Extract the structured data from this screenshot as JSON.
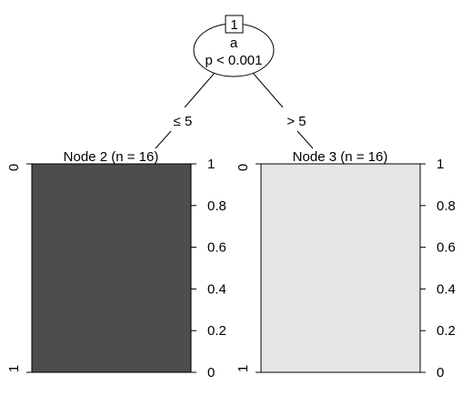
{
  "chart_data": {
    "type": "decision-tree",
    "root": {
      "id": "1",
      "variable": "a",
      "p_value": "p < 0.001"
    },
    "edges": [
      {
        "label": "≤ 5",
        "to": "2"
      },
      {
        "label": "> 5",
        "to": "3"
      }
    ],
    "terminal_nodes": [
      {
        "id": "2",
        "title": "Node 2 (n = 16)",
        "n": 16,
        "class_proportions": {
          "0": 0.0,
          "1": 1.0
        },
        "fill_color": "#4d4d4d"
      },
      {
        "id": "3",
        "title": "Node 3 (n = 16)",
        "n": 16,
        "class_proportions": {
          "0": 1.0,
          "1": 0.0
        },
        "fill_color": "#e6e6e6"
      }
    ],
    "class_axis_labels": {
      "top": "0",
      "bottom": "1"
    },
    "proportion_ticks": [
      "0",
      "0.2",
      "0.4",
      "0.6",
      "0.8",
      "1"
    ]
  }
}
